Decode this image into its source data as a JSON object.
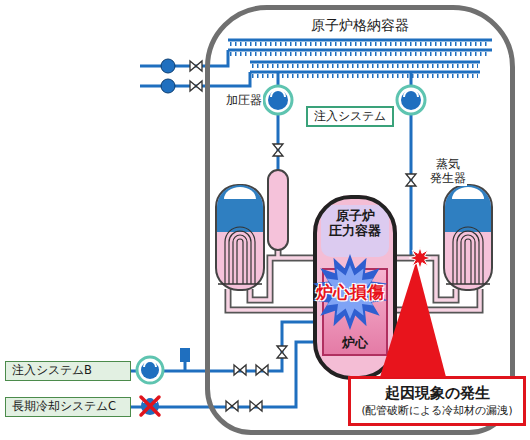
{
  "diagram": {
    "nodes": [
      {
        "text": [
          "原子炉格納容器"
        ]
      },
      {
        "text": [
          "注入システム"
        ],
        "in": 0
      },
      {
        "text": [
          "原子炉 圧力容器"
        ],
        "in": 0
      },
      {
        "text": [
          "炉心"
        ],
        "in": 2
      },
      {
        "text": [
          "注入システムB"
        ]
      },
      {
        "text": [
          "長期冷却システムC"
        ]
      },
      {
        "text": [
          "起因現象の発生",
          "(配管破断による冷却材の漏洩)"
        ]
      }
    ],
    "edges": [
      {
        "from": 4,
        "to": 2,
        "arrow": "none"
      },
      {
        "from": 5,
        "to": 2,
        "arrow": "none"
      }
    ],
    "labels": [
      "加圧器",
      "蒸気 発生器",
      "炉心損傷"
    ]
  }
}
